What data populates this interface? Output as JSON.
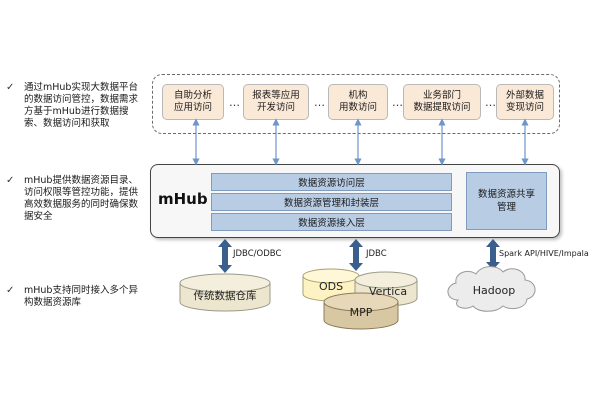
{
  "notes": [
    {
      "text": "通过mHub实现大数据平台的数据访问管控，数据需求方基于mHub进行数据搜索、数据访问和获取"
    },
    {
      "text": "mHub提供数据资源目录、访问权限等管控功能，提供高效数据服务的同时确保数据安全"
    },
    {
      "text": "mHub支持同时接入多个异构数据资源库"
    }
  ],
  "check_glyph": "✓",
  "apps": [
    {
      "label": "自助分析\n应用访问"
    },
    {
      "label": "报表等应用\n开发访问"
    },
    {
      "label": "机构\n用数访问"
    },
    {
      "label": "业务部门\n数据提取访问"
    },
    {
      "label": "外部数据\n变现访问"
    }
  ],
  "ellipsis": "…",
  "mhub": {
    "title": "mHub",
    "layers": [
      "数据资源访问层",
      "数据资源管理和封装层",
      "数据资源接入层"
    ],
    "share_label": "数据资源共享\n管理"
  },
  "connectors": {
    "jdbc_odbc": "JDBC/ODBC",
    "jdbc": "JDBC",
    "spark": "Spark API/HIVE/Impala"
  },
  "stores": {
    "warehouse": "传统数据仓库",
    "ods": "ODS",
    "vertica": "Vertica",
    "mpp": "MPP",
    "hadoop": "Hadoop"
  },
  "colors": {
    "app_fill": "#fbe9d8",
    "layer_fill": "#b8cce4",
    "arrow_blue": "#6d96c9",
    "arrow_dark": "#3b5f8c",
    "db_fill": "#ece6cf",
    "odb_fill": "#fdf2c2",
    "mpp_fill": "#d8c7a3"
  }
}
